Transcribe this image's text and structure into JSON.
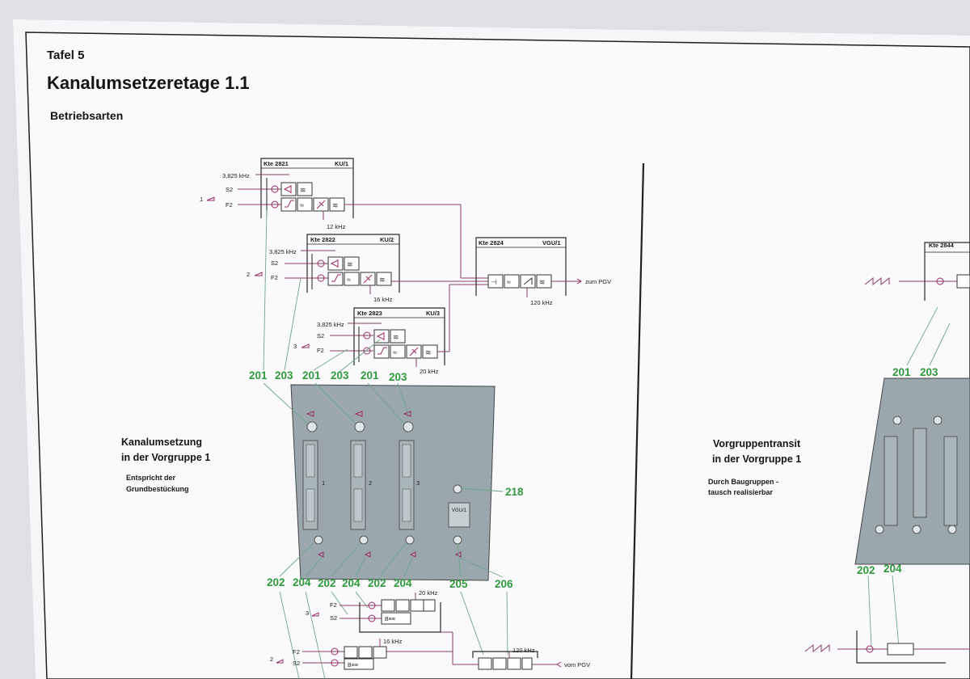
{
  "header": {
    "plate": "Tafel 5",
    "title": "Kanalumsetzeretage 1.1",
    "subtitle": "Betriebsarten"
  },
  "left_panel": {
    "heading_line1": "Kanalumsetzung",
    "heading_line2": "in der Vorgruppe 1",
    "note_line1": "Entspricht der",
    "note_line2": "Grundbestückung"
  },
  "right_panel": {
    "heading_line1": "Vorgruppentransit",
    "heading_line2": "in der Vorgruppe 1",
    "note_line1": "Durch Baugruppen -",
    "note_line2": "tausch realisierbar"
  },
  "modules": [
    {
      "id": "Kte 2821",
      "code": "KU/1",
      "carrier": "12 kHz",
      "pilot": "3,825 kHz",
      "s": "S2",
      "f": "F2",
      "channel": "1"
    },
    {
      "id": "Kte 2822",
      "code": "KU/2",
      "carrier": "16 kHz",
      "pilot": "3,825 kHz",
      "s": "S2",
      "f": "F2",
      "channel": "2"
    },
    {
      "id": "Kte 2823",
      "code": "KU/3",
      "carrier": "20 kHz",
      "pilot": "3,825 kHz",
      "s": "S2",
      "f": "F2",
      "channel": "3"
    }
  ],
  "vgu": {
    "id": "Kte 2824",
    "code": "VGU/1",
    "carrier": "120 kHz",
    "output": "zum PGV"
  },
  "right_module": {
    "id": "Kte 2844"
  },
  "rack": {
    "slot_numbers": [
      "1",
      "2",
      "3"
    ],
    "vgu_label": "VGU/1"
  },
  "callouts_top": [
    "201",
    "203",
    "201",
    "203",
    "201",
    "203"
  ],
  "callouts_bottom": [
    "202",
    "204",
    "202",
    "204",
    "202",
    "204",
    "205",
    "206"
  ],
  "callout_218": "218",
  "callouts_right_top": [
    "201",
    "203"
  ],
  "callouts_right_bottom": [
    "202",
    "204"
  ],
  "bottom_diagram": {
    "f2": "F2",
    "s2": "S2",
    "ch3": "3",
    "ch2": "2",
    "carrier_20": "20 kHz",
    "carrier_16": "16 kHz",
    "carrier_120": "120 kHz",
    "from_pgv": "vom PGV",
    "bandpass": "B≡≡"
  }
}
